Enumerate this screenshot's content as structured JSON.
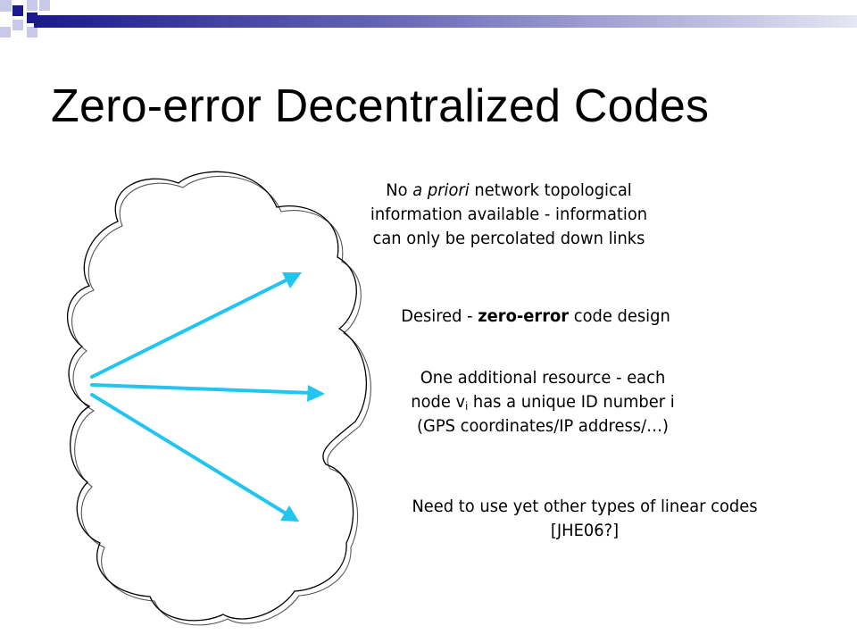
{
  "slide": {
    "title": "Zero-error Decentralized Codes",
    "accent_colors": {
      "dark": "#1a1a8c",
      "light": "#c8c8e8",
      "arrow": "#22c4f0"
    }
  },
  "notes": {
    "topology": {
      "prefix": "No ",
      "italic": "a priori",
      "line1_rest": " network topological",
      "line2": "information available - information",
      "line3": "can only be percolated down links"
    },
    "desired": {
      "prefix": "Desired - ",
      "bold": "zero-error",
      "suffix": " code design"
    },
    "resource": {
      "line1": "One additional resource - each",
      "line2_a": "node v",
      "line2_sub": "i",
      "line2_b": " has a unique ID number i",
      "line3": "(GPS coordinates/IP address/…)"
    },
    "codes": {
      "line1": "Need to use yet other types of linear codes",
      "line2": "[JHE06?]"
    }
  }
}
